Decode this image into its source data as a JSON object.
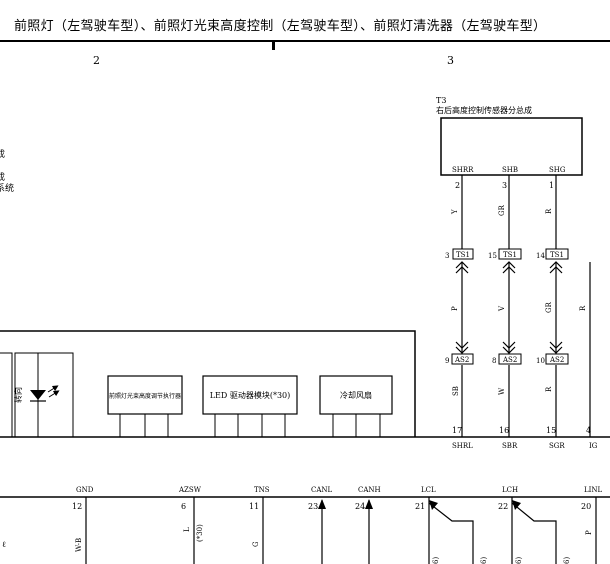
{
  "title": "前照灯（左驾驶车型）、前照灯光束高度控制（左驾驶车型）、前照灯清洗器（左驾驶车型）",
  "columns": [
    "2",
    "3"
  ],
  "left_edge_labels": [
    "成",
    "成",
    "系统"
  ],
  "sensor": {
    "id": "T3",
    "name": "右后高度控制传感器分总成",
    "pins": [
      {
        "name": "SHRR",
        "num": "2",
        "wire_top": "Y",
        "conn_top_pin": "3",
        "conn_top": "TS1",
        "wire_mid": "P",
        "conn_bot_pin": "9",
        "conn_bot": "AS2",
        "wire_bot": "SB",
        "out_num": "17",
        "out_name": "SHRL"
      },
      {
        "name": "SHB",
        "num": "3",
        "wire_top": "GR",
        "conn_top_pin": "15",
        "conn_top": "TS1",
        "wire_mid": "V",
        "conn_bot_pin": "8",
        "conn_bot": "AS2",
        "wire_bot": "W",
        "out_num": "16",
        "out_name": "SBR"
      },
      {
        "name": "SHG",
        "num": "1",
        "wire_top": "R",
        "conn_top_pin": "14",
        "conn_top": "TS1",
        "wire_mid": "GR",
        "conn_bot_pin": "10",
        "conn_bot": "AS2",
        "wire_bot": "R",
        "out_num": "15",
        "out_name": "SGR"
      }
    ],
    "right_wire": "R",
    "ig": {
      "num": "4",
      "name": "IG"
    }
  },
  "modules": {
    "turn": "转向",
    "actuator": "前照灯光束高度调节执行器",
    "led_driver": "LED 驱动器模块(*30)",
    "fan": "冷却风扇"
  },
  "bottom_terminals": [
    {
      "name": "GND",
      "num": "12",
      "wire": "W-B"
    },
    {
      "name": "AZSW",
      "num": "6",
      "wire": "L",
      "note": "(*30)"
    },
    {
      "name": "TNS",
      "num": "11",
      "wire": "G"
    },
    {
      "name": "CANL",
      "num": "23"
    },
    {
      "name": "CANH",
      "num": "24"
    },
    {
      "name": "LCL",
      "num": "21"
    },
    {
      "name": "LCH",
      "num": "22"
    },
    {
      "name": "LINL",
      "num": "20",
      "wire": "P"
    }
  ],
  "bottom_fragments": [
    "ℓ",
    "6)",
    "6)",
    "6)",
    "6)"
  ]
}
